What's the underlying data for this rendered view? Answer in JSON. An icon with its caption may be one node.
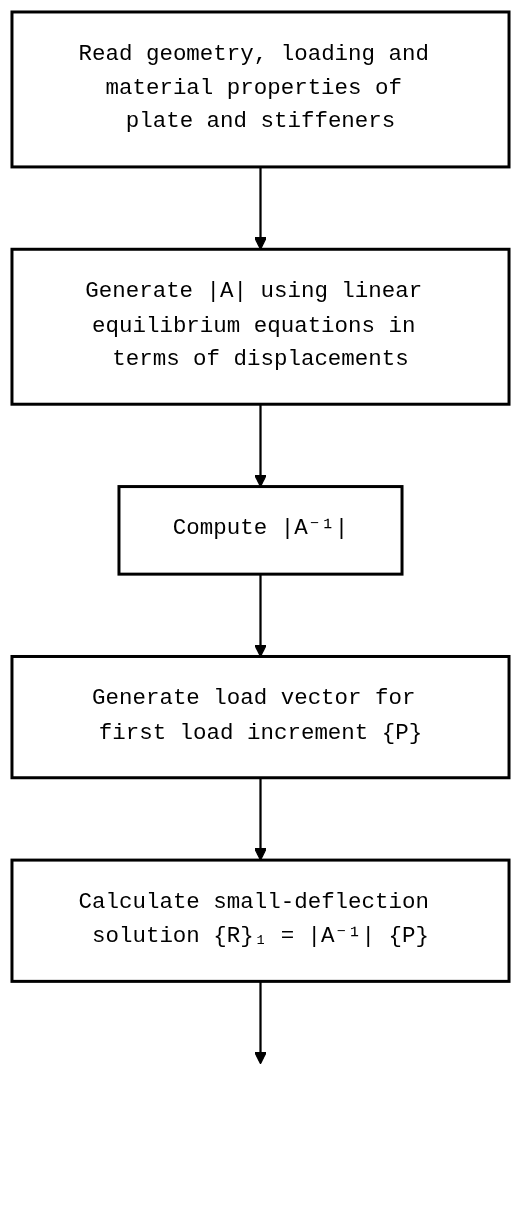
{
  "diagram": {
    "nodes": [
      {
        "text": [
          "Read geometry, loading and material properties of plate and stiffeners"
        ]
      },
      {
        "text": [
          "Generate |A| using linear equilibrium equations in terms of displacements"
        ]
      },
      {
        "text": [
          "Compute |A⁻¹|"
        ]
      },
      {
        "text": [
          "Generate load vector for first load increment {P}"
        ]
      },
      {
        "text": [
          "Calculate small-deflection solution {R}₁ = |A⁻¹| {P}"
        ]
      }
    ],
    "edges": [
      {
        "from": 0,
        "to": 1,
        "arrow": "to"
      },
      {
        "from": 1,
        "to": 2,
        "arrow": "to"
      },
      {
        "from": 2,
        "to": 3,
        "arrow": "to"
      },
      {
        "from": 3,
        "to": 4,
        "arrow": "to"
      },
      {
        "from": 4,
        "to": null,
        "arrow": "to"
      }
    ]
  }
}
